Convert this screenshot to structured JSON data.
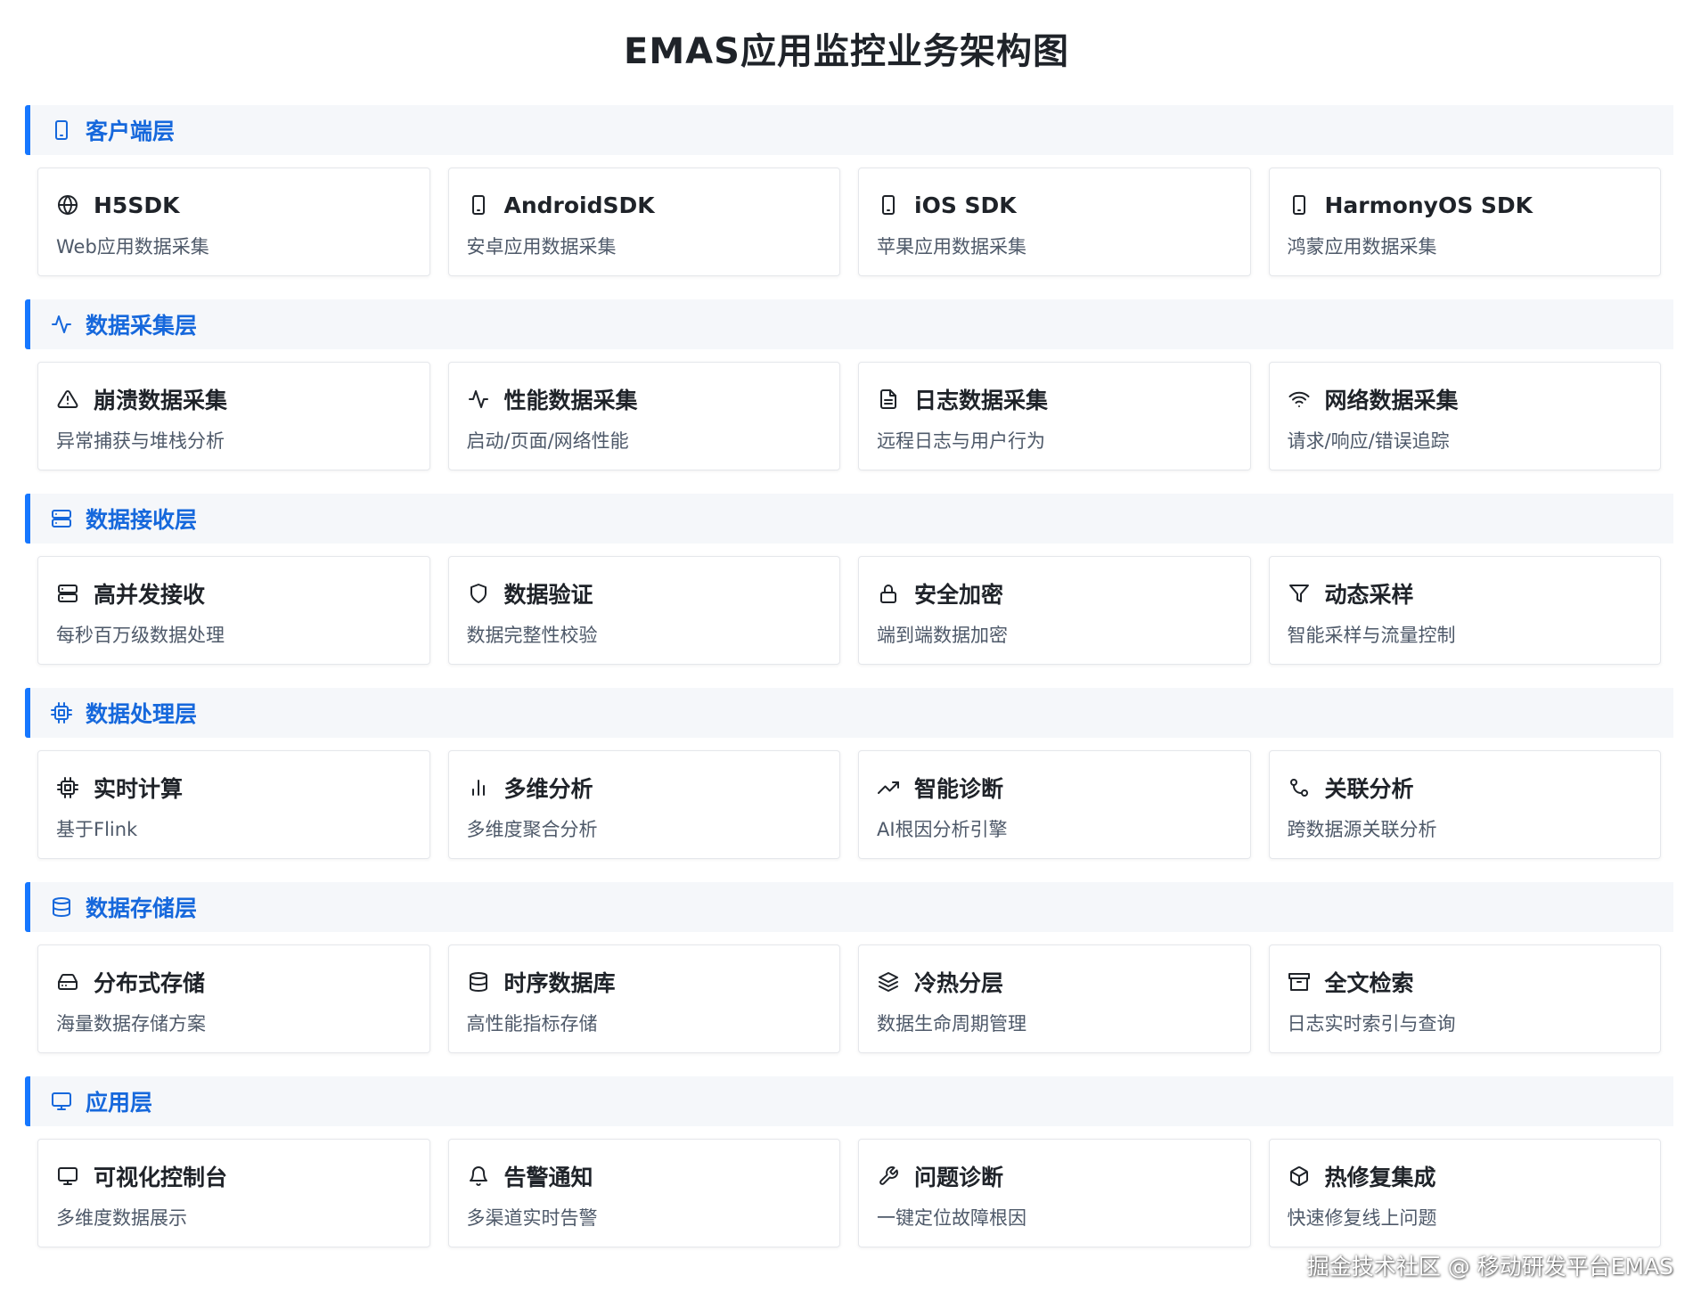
{
  "title": "EMAS应用监控业务架构图",
  "watermark": "掘金技术社区 @ 移动研发平台EMAS",
  "colors": {
    "accent": "#1677ff",
    "layer_title": "#1668dc",
    "layer_bg": "#f5f7fa"
  },
  "layers": [
    {
      "title": "客户端层",
      "icon": "smartphone-icon",
      "cards": [
        {
          "title": "H5SDK",
          "desc": "Web应用数据采集",
          "icon": "globe-icon"
        },
        {
          "title": "AndroidSDK",
          "desc": "安卓应用数据采集",
          "icon": "smartphone-icon"
        },
        {
          "title": "iOS SDK",
          "desc": "苹果应用数据采集",
          "icon": "smartphone-icon"
        },
        {
          "title": "HarmonyOS SDK",
          "desc": "鸿蒙应用数据采集",
          "icon": "smartphone-icon"
        }
      ]
    },
    {
      "title": "数据采集层",
      "icon": "activity-icon",
      "cards": [
        {
          "title": "崩溃数据采集",
          "desc": "异常捕获与堆栈分析",
          "icon": "alert-triangle-icon"
        },
        {
          "title": "性能数据采集",
          "desc": "启动/页面/网络性能",
          "icon": "activity-icon"
        },
        {
          "title": "日志数据采集",
          "desc": "远程日志与用户行为",
          "icon": "file-text-icon"
        },
        {
          "title": "网络数据采集",
          "desc": "请求/响应/错误追踪",
          "icon": "wifi-icon"
        }
      ]
    },
    {
      "title": "数据接收层",
      "icon": "server-icon",
      "cards": [
        {
          "title": "高并发接收",
          "desc": "每秒百万级数据处理",
          "icon": "server-icon"
        },
        {
          "title": "数据验证",
          "desc": "数据完整性校验",
          "icon": "shield-icon"
        },
        {
          "title": "安全加密",
          "desc": "端到端数据加密",
          "icon": "lock-icon"
        },
        {
          "title": "动态采样",
          "desc": "智能采样与流量控制",
          "icon": "filter-icon"
        }
      ]
    },
    {
      "title": "数据处理层",
      "icon": "cpu-icon",
      "cards": [
        {
          "title": "实时计算",
          "desc": "基于Flink",
          "icon": "cpu-icon"
        },
        {
          "title": "多维分析",
          "desc": "多维度聚合分析",
          "icon": "bar-chart-icon"
        },
        {
          "title": "智能诊断",
          "desc": "AI根因分析引擎",
          "icon": "trending-up-icon"
        },
        {
          "title": "关联分析",
          "desc": "跨数据源关联分析",
          "icon": "git-merge-icon"
        }
      ]
    },
    {
      "title": "数据存储层",
      "icon": "database-icon",
      "cards": [
        {
          "title": "分布式存储",
          "desc": "海量数据存储方案",
          "icon": "hard-drive-icon"
        },
        {
          "title": "时序数据库",
          "desc": "高性能指标存储",
          "icon": "database-icon"
        },
        {
          "title": "冷热分层",
          "desc": "数据生命周期管理",
          "icon": "layers-icon"
        },
        {
          "title": "全文检索",
          "desc": "日志实时索引与查询",
          "icon": "archive-icon"
        }
      ]
    },
    {
      "title": "应用层",
      "icon": "monitor-icon",
      "cards": [
        {
          "title": "可视化控制台",
          "desc": "多维度数据展示",
          "icon": "monitor-icon"
        },
        {
          "title": "告警通知",
          "desc": "多渠道实时告警",
          "icon": "bell-icon"
        },
        {
          "title": "问题诊断",
          "desc": "一键定位故障根因",
          "icon": "wrench-icon"
        },
        {
          "title": "热修复集成",
          "desc": "快速修复线上问题",
          "icon": "package-icon"
        }
      ]
    }
  ]
}
